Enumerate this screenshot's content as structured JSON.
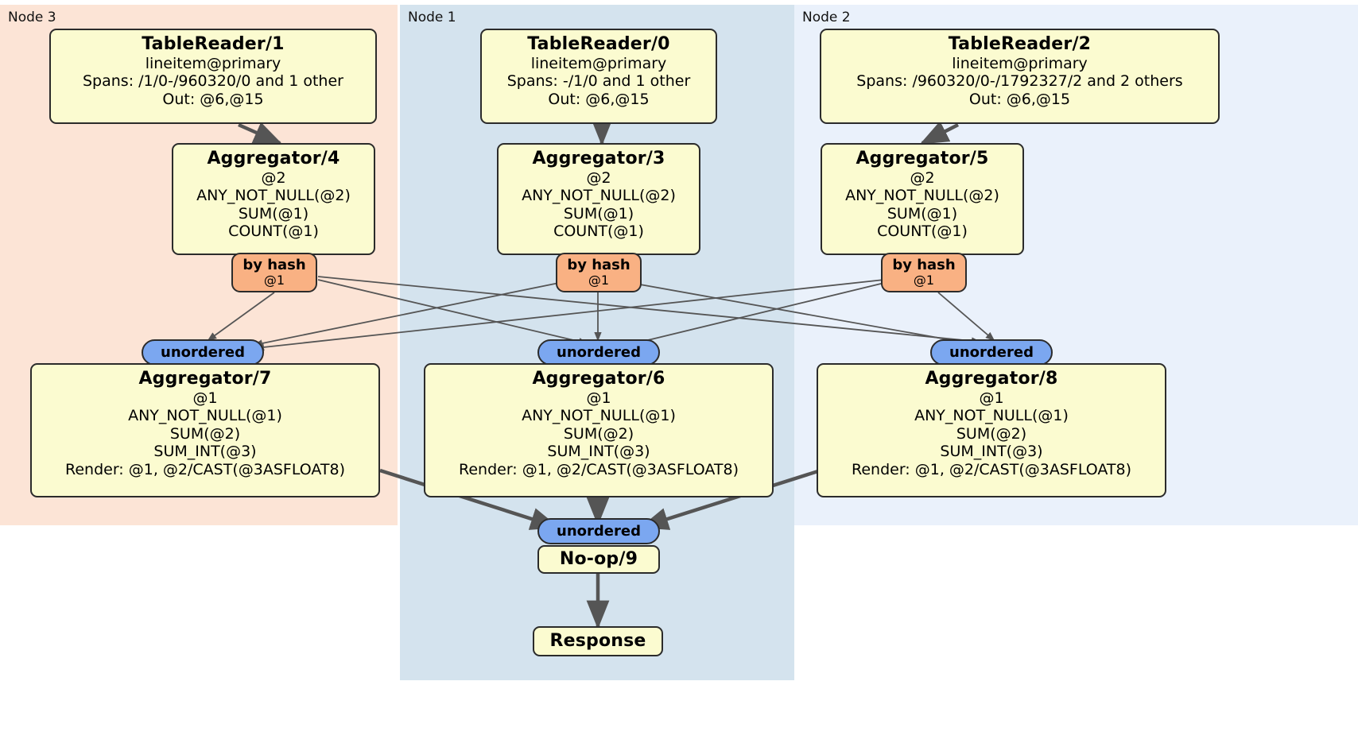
{
  "diagram": {
    "type": "distributed-query-plan",
    "colors": {
      "node3_bg": "#fce4d6",
      "node1_bg": "#d4e3ee",
      "node2_bg": "#eaf1fb",
      "box_bg": "#fbfbd0",
      "box_border": "#2b2b2b",
      "hash_badge": "#f9b183",
      "unordered_badge": "#7ba7f0",
      "edge": "#555555"
    }
  },
  "panels": [
    {
      "id": "node3",
      "label": "Node 3"
    },
    {
      "id": "node1",
      "label": "Node 1"
    },
    {
      "id": "node2",
      "label": "Node 2"
    }
  ],
  "nodes": {
    "table_reader_1": {
      "title": "TableReader/1",
      "lines": [
        "lineitem@primary",
        "Spans: /1/0-/960320/0 and 1 other",
        "Out: @6,@15"
      ]
    },
    "table_reader_0": {
      "title": "TableReader/0",
      "lines": [
        "lineitem@primary",
        "Spans: -/1/0 and 1 other",
        "Out: @6,@15"
      ]
    },
    "table_reader_2": {
      "title": "TableReader/2",
      "lines": [
        "lineitem@primary",
        "Spans: /960320/0-/1792327/2 and 2 others",
        "Out: @6,@15"
      ]
    },
    "aggregator_4": {
      "title": "Aggregator/4",
      "lines": [
        "@2",
        "ANY_NOT_NULL(@2)",
        "SUM(@1)",
        "COUNT(@1)"
      ]
    },
    "aggregator_3": {
      "title": "Aggregator/3",
      "lines": [
        "@2",
        "ANY_NOT_NULL(@2)",
        "SUM(@1)",
        "COUNT(@1)"
      ]
    },
    "aggregator_5": {
      "title": "Aggregator/5",
      "lines": [
        "@2",
        "ANY_NOT_NULL(@2)",
        "SUM(@1)",
        "COUNT(@1)"
      ]
    },
    "aggregator_7": {
      "title": "Aggregator/7",
      "lines": [
        "@1",
        "ANY_NOT_NULL(@1)",
        "SUM(@2)",
        "SUM_INT(@3)",
        "Render: @1, @2/CAST(@3ASFLOAT8)"
      ]
    },
    "aggregator_6": {
      "title": "Aggregator/6",
      "lines": [
        "@1",
        "ANY_NOT_NULL(@1)",
        "SUM(@2)",
        "SUM_INT(@3)",
        "Render: @1, @2/CAST(@3ASFLOAT8)"
      ]
    },
    "aggregator_8": {
      "title": "Aggregator/8",
      "lines": [
        "@1",
        "ANY_NOT_NULL(@1)",
        "SUM(@2)",
        "SUM_INT(@3)",
        "Render: @1, @2/CAST(@3ASFLOAT8)"
      ]
    },
    "noop_9": {
      "title": "No-op/9"
    },
    "response": {
      "title": "Response"
    }
  },
  "badges": {
    "hash_left": {
      "label": "by hash",
      "column": "@1"
    },
    "hash_center": {
      "label": "by hash",
      "column": "@1"
    },
    "hash_right": {
      "label": "by hash",
      "column": "@1"
    },
    "unordered_left": {
      "label": "unordered"
    },
    "unordered_center": {
      "label": "unordered"
    },
    "unordered_right": {
      "label": "unordered"
    },
    "unordered_final": {
      "label": "unordered"
    }
  }
}
